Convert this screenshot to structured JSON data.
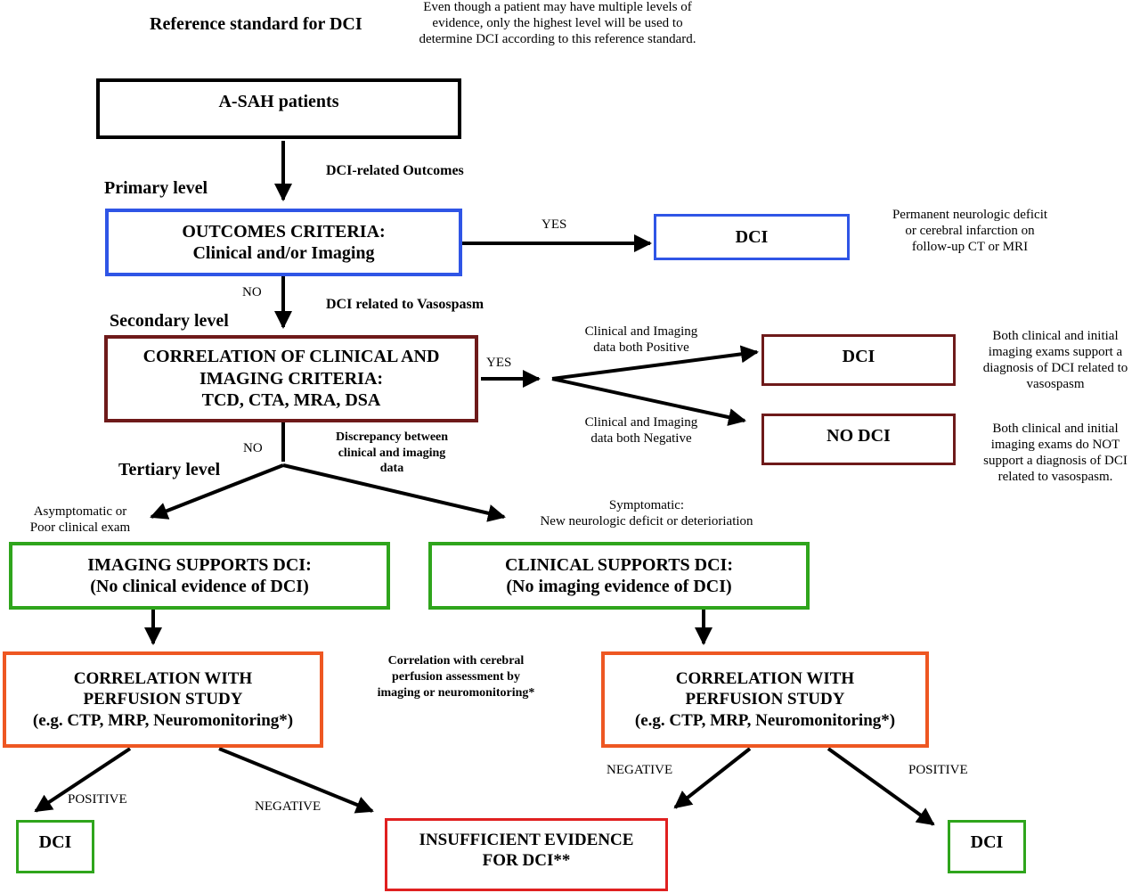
{
  "header": {
    "title": "Reference standard for DCI",
    "note": [
      "Even though a patient may have multiple levels of",
      "evidence, only the highest level will be used to",
      "determine DCI according to this reference standard."
    ]
  },
  "levels": {
    "primary": "Primary level",
    "secondary": "Secondary level",
    "tertiary": "Tertiary level"
  },
  "colors": {
    "black": "#000000",
    "blue": "#2f55e6",
    "maroon": "#6e1a1a",
    "green": "#2fa51c",
    "orange": "#ee5722",
    "red": "#e02020"
  },
  "nodes": {
    "asah": [
      "A-SAH patients"
    ],
    "outcomes": [
      "OUTCOMES CRITERIA:",
      "Clinical and/or Imaging"
    ],
    "dci_primary": [
      "DCI"
    ],
    "correlation": [
      "CORRELATION OF CLINICAL AND",
      "IMAGING CRITERIA:",
      "TCD, CTA, MRA, DSA"
    ],
    "dci_secondary": [
      "DCI"
    ],
    "nodci_secondary": [
      "NO DCI"
    ],
    "imaging_supports": [
      "IMAGING SUPPORTS DCI:",
      "(No clinical evidence of DCI)"
    ],
    "clinical_supports": [
      "CLINICAL SUPPORTS DCI:",
      "(No imaging evidence of DCI)"
    ],
    "perf_left": [
      "CORRELATION WITH",
      "PERFUSION STUDY",
      "(e.g. CTP, MRP, Neuromonitoring*)"
    ],
    "perf_right": [
      "CORRELATION WITH",
      "PERFUSION STUDY",
      "(e.g. CTP, MRP, Neuromonitoring*)"
    ],
    "dci_left": [
      "DCI"
    ],
    "insufficient": [
      "INSUFFICIENT EVIDENCE",
      "FOR DCI**"
    ],
    "dci_right": [
      "DCI"
    ]
  },
  "edge_labels": {
    "dci_related_outcomes": [
      "DCI-related Outcomes"
    ],
    "yes_primary": [
      "YES"
    ],
    "no_primary": [
      "NO"
    ],
    "dci_vasospasm": [
      "DCI related to Vasospasm"
    ],
    "yes_secondary": [
      "YES"
    ],
    "both_positive": [
      "Clinical and Imaging",
      "data both Positive"
    ],
    "both_negative": [
      "Clinical and Imaging",
      "data both Negative"
    ],
    "no_secondary": [
      "NO"
    ],
    "discrepancy": [
      "Discrepancy between",
      "clinical and imaging",
      "data"
    ],
    "asymptomatic": [
      "Asymptomatic or",
      "Poor clinical exam"
    ],
    "symptomatic": [
      "Symptomatic:",
      "New neurologic deficit or deterioriation"
    ],
    "perfusion_note": [
      "Correlation with cerebral",
      "perfusion assessment by",
      "imaging or neuromonitoring*"
    ],
    "positive_left": [
      "POSITIVE"
    ],
    "negative_left": [
      "NEGATIVE"
    ],
    "negative_right": [
      "NEGATIVE"
    ],
    "positive_right": [
      "POSITIVE"
    ]
  },
  "side_notes": {
    "permanent": [
      "Permanent neurologic deficit",
      "or cerebral infarction on",
      "follow-up CT or MRI"
    ],
    "both_support": [
      "Both clinical and initial",
      "imaging exams support a",
      "diagnosis of DCI related to",
      "vasospasm"
    ],
    "both_not_support": [
      "Both clinical and initial",
      "imaging exams do NOT",
      "support a diagnosis of DCI",
      "related to vasospasm."
    ]
  }
}
